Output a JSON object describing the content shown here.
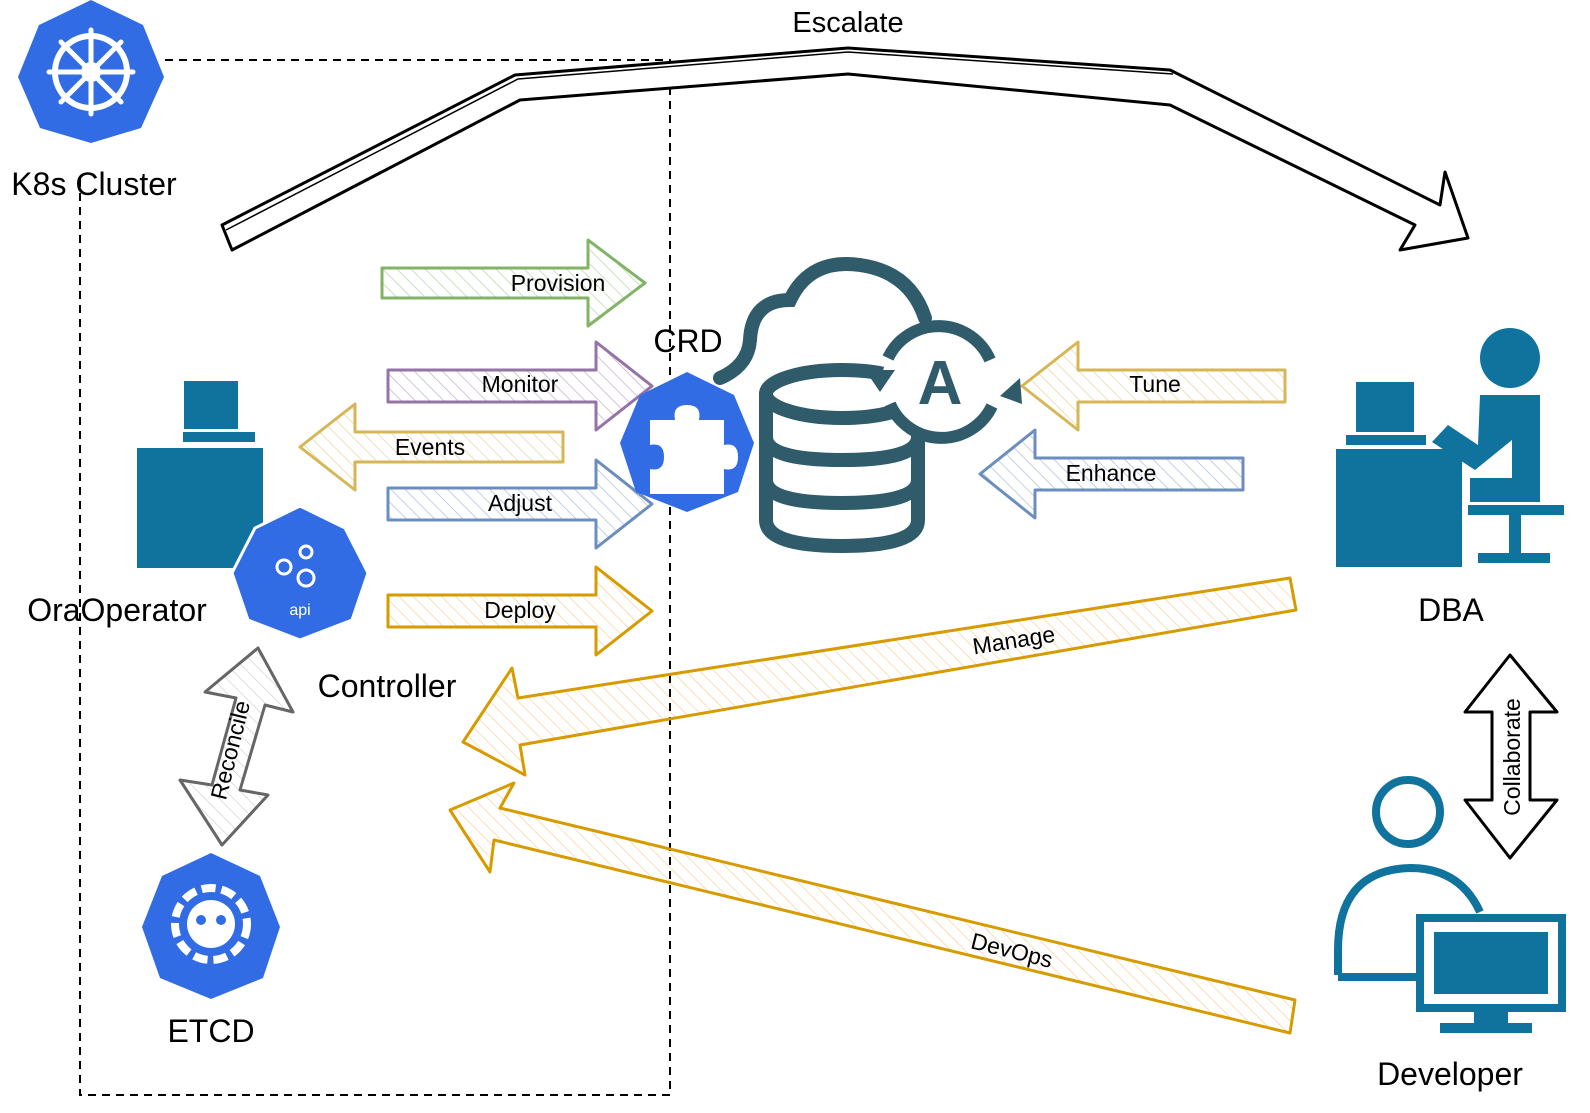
{
  "nodes": {
    "k8s": "K8s Cluster",
    "operator": "OraOperator",
    "controller": "Controller",
    "etcd": "ETCD",
    "crd": "CRD",
    "dba": "DBA",
    "developer": "Developer",
    "api_badge": "api",
    "db_badge": "A"
  },
  "arrows": {
    "escalate": "Escalate",
    "provision": "Provision",
    "monitor": "Monitor",
    "events": "Events",
    "adjust": "Adjust",
    "deploy": "Deploy",
    "tune": "Tune",
    "enhance": "Enhance",
    "manage": "Manage",
    "devops": "DevOps",
    "reconcile": "Reconcile",
    "collaborate": "Collaborate"
  },
  "colors": {
    "k8s_blue": "#326ce5",
    "db_teal": "#2f5b6b",
    "person_blue": "#10739e",
    "green": "#82b366",
    "purple": "#9673a6",
    "gold": "#d6b656",
    "blue": "#6c8ebf",
    "orange": "#d79b00"
  }
}
